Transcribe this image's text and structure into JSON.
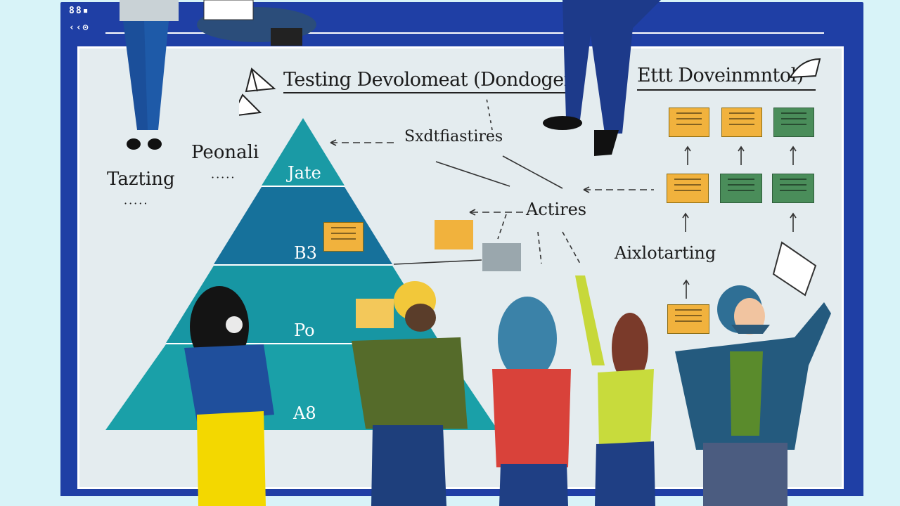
{
  "toolbar": {
    "icons": [
      "menu-grid-icon",
      "back-icon",
      "forward-icon",
      "reload-icon"
    ],
    "glyphs_top": "88▪",
    "glyphs_bottom": "‹‹⊙"
  },
  "headings": {
    "left_title": "Testing Devolomeat (Dondogert",
    "right_title": "Ettt Doveinmntol)"
  },
  "labels": {
    "testing": "Tazting",
    "testing_dots": "·····",
    "peonali": "Peonali",
    "peonali_dots": "·····",
    "activities": "Sxdtfiastires",
    "actires": "Actires",
    "automating": "Aixlotarting"
  },
  "pyramid": {
    "tiers": [
      "Jate",
      "B3",
      "Po",
      "A8"
    ],
    "colors": [
      "#1a9aa5",
      "#16719b",
      "#1796a3",
      "#1aa0a8"
    ]
  },
  "colors": {
    "frame": "#1f3fa5",
    "screen": "#e4ecef",
    "sticky_orange": "#f1b23d",
    "sticky_green": "#4a8d5a",
    "background": "#d8f3f8"
  }
}
